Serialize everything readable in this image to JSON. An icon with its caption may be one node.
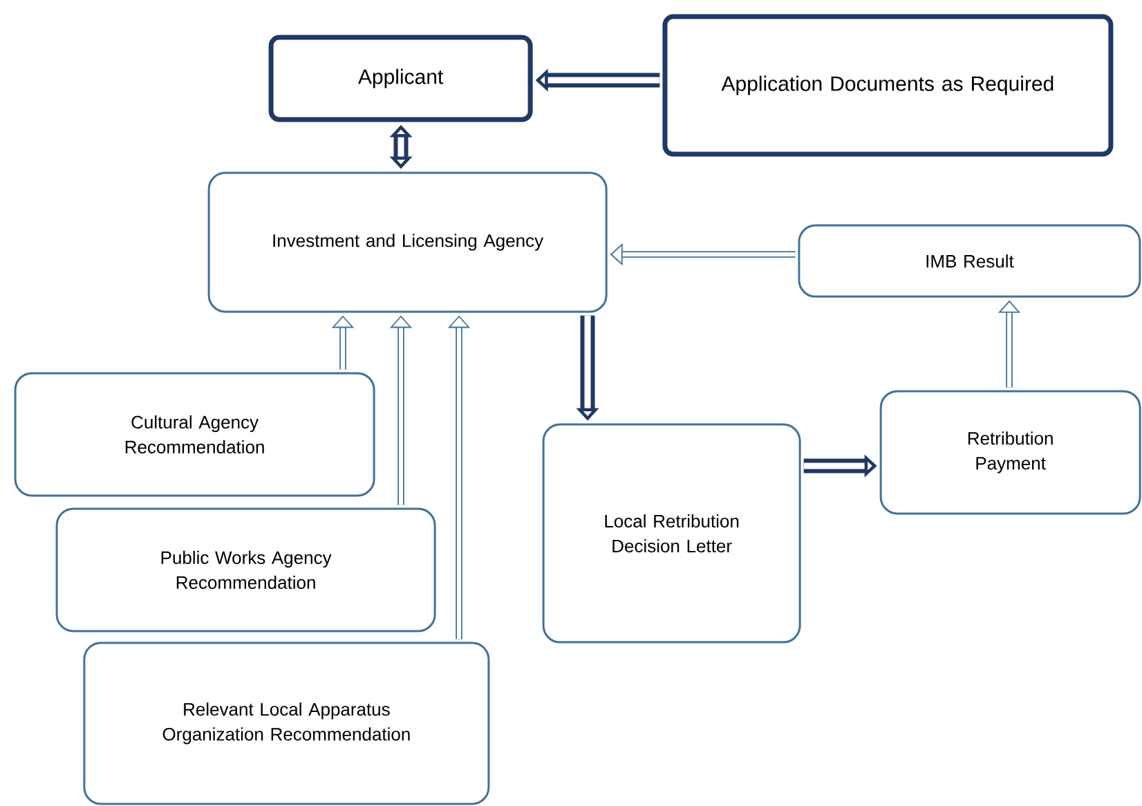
{
  "diagram": {
    "nodes": [
      {
        "text": [
          "Applicant"
        ]
      },
      {
        "text": [
          "Application Documents as Required"
        ]
      },
      {
        "text": [
          "Investment and Licensing Agency"
        ]
      },
      {
        "text": [
          "IMB Result"
        ]
      },
      {
        "text": [
          "Cultural Agency Recommendation"
        ]
      },
      {
        "text": [
          "Public Works Agency Recommendation"
        ]
      },
      {
        "text": [
          "Relevant Local Apparatus Organization Recommendation"
        ]
      },
      {
        "text": [
          "Local Retribution Decision Letter"
        ]
      },
      {
        "text": [
          "Retribution Payment"
        ]
      }
    ],
    "edges": [
      {
        "from": 1,
        "to": 0,
        "arrow": "to",
        "style": "thick",
        "color": "#203864"
      },
      {
        "from": 0,
        "to": 2,
        "arrow": "both",
        "style": "thick",
        "color": "#203864"
      },
      {
        "from": 3,
        "to": 2,
        "arrow": "to"
      },
      {
        "from": 4,
        "to": 2,
        "arrow": "to"
      },
      {
        "from": 5,
        "to": 2,
        "arrow": "to"
      },
      {
        "from": 6,
        "to": 2,
        "arrow": "to"
      },
      {
        "from": 2,
        "to": 7,
        "arrow": "to",
        "style": "thick",
        "color": "#203864"
      },
      {
        "from": 7,
        "to": 8,
        "arrow": "to",
        "style": "thick",
        "color": "#203864"
      },
      {
        "from": 8,
        "to": 3,
        "arrow": "to"
      }
    ]
  }
}
